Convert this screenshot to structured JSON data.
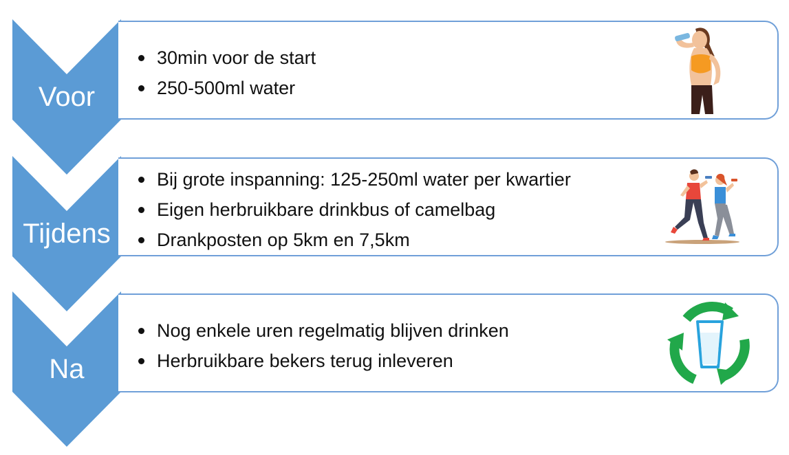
{
  "colors": {
    "chevron": "#5b9bd5",
    "card_border": "#6f9fd8",
    "recycle_green": "#21a84a",
    "glass_blue": "#29a3dd"
  },
  "steps": [
    {
      "label": "Voor",
      "bullets": [
        "30min voor de start",
        "250-500ml water"
      ],
      "icon": "woman-drinking-icon"
    },
    {
      "label": "Tijdens",
      "bullets": [
        "Bij grote inspanning: 125-250ml water per kwartier",
        "Eigen herbruikbare drinkbus of camelbag",
        "Drankposten op 5km en 7,5km"
      ],
      "icon": "runners-drinking-icon"
    },
    {
      "label": "Na",
      "bullets": [
        "Nog enkele uren regelmatig blijven drinken",
        "Herbruikbare bekers terug inleveren"
      ],
      "icon": "recycle-glass-icon"
    }
  ]
}
